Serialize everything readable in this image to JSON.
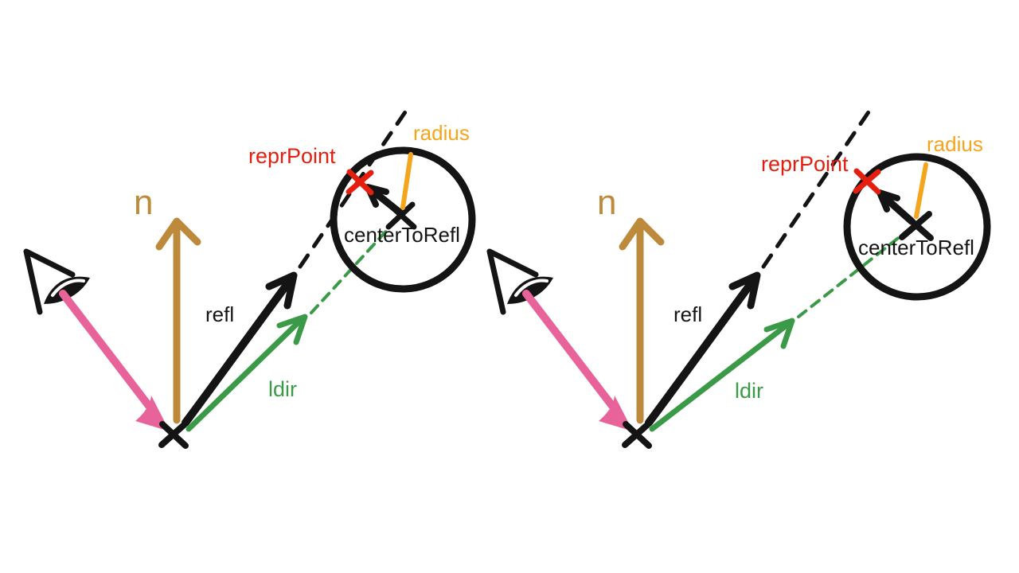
{
  "figure": {
    "background": "#ffffff",
    "colors": {
      "ink": "#141414",
      "pink": "#e8639a",
      "tan": "#bd8a3c",
      "green": "#3a9a47",
      "orange": "#f5a51d",
      "red": "#e41f0f"
    },
    "panels": [
      {
        "id": "left-sphere-intersected",
        "labels": {
          "normal": "n",
          "refl": "refl",
          "ldir": "ldir",
          "radius": "radius",
          "repr_point": "reprPoint",
          "center_to_refl": "centerToRefl"
        }
      },
      {
        "id": "right-sphere-missed",
        "labels": {
          "normal": "n",
          "refl": "refl",
          "ldir": "ldir",
          "radius": "radius",
          "repr_point": "reprPoint",
          "center_to_refl": "centerToRefl"
        }
      }
    ]
  }
}
